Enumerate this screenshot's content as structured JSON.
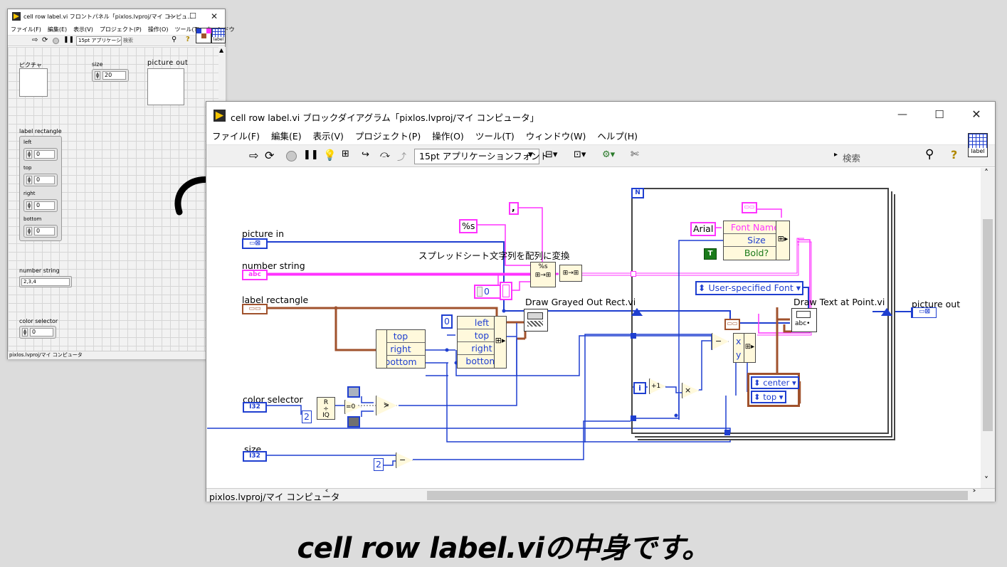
{
  "front_panel": {
    "title": "cell row label.vi フロントパネル「pixlos.lvproj/マイ コンピュ...",
    "menu": [
      "ファイル(F)",
      "編集(E)",
      "表示(V)",
      "プロジェクト(P)",
      "操作(O)",
      "ツール(T)",
      "ウィンドウ"
    ],
    "font_select": "15pt アプリケーショ",
    "search_placeholder": "検索",
    "controls": {
      "picture_label": "ピクチャ",
      "size_label": "size",
      "size_value": "20",
      "picture_out_label": "picture out",
      "label_rect_label": "label rectangle",
      "left_label": "left",
      "left_value": "0",
      "top_label": "top",
      "top_value": "0",
      "right_label": "right",
      "right_value": "0",
      "bottom_label": "bottom",
      "bottom_value": "0",
      "number_string_label": "number string",
      "number_string_value": "2,3,4",
      "color_selector_label": "color selector",
      "color_selector_value": "0"
    },
    "status_path": "pixlos.lvproj/マイ コンピュータ"
  },
  "block_diagram": {
    "title": "cell row label.vi ブロックダイアグラム「pixlos.lvproj/マイ コンピュータ」",
    "menu": [
      "ファイル(F)",
      "編集(E)",
      "表示(V)",
      "プロジェクト(P)",
      "操作(O)",
      "ツール(T)",
      "ウィンドウ(W)",
      "ヘルプ(H)"
    ],
    "font_select": "15pt アプリケーションフォント",
    "search_placeholder": "検索",
    "icon_text": "label",
    "status_path": "pixlos.lvproj/マイ コンピュータ",
    "labels": {
      "picture_in": "picture in",
      "number_string": "number string",
      "label_rectangle": "label rectangle",
      "color_selector": "color selector",
      "size": "size",
      "picture_out": "picture out",
      "spreadsheet": "スプレッドシート文字列を配列に変換",
      "draw_grayed": "Draw Grayed Out Rect.vi",
      "draw_text": "Draw Text at Point.vi"
    },
    "constants": {
      "comma": ",",
      "format": "%s",
      "zero_a": "0",
      "zero_b": "0",
      "two_a": "2",
      "two_b": "2",
      "arial": "Arial",
      "font_mode": "User-specified Font",
      "halign": "center",
      "valign": "top",
      "bool_true": "T",
      "loop_n": "N",
      "loop_i": "i",
      "plus_one": "+1",
      "mult": "×",
      "minus": "−",
      "eq_zero": "=0",
      "r_label": "R",
      "iq_label": "IQ"
    },
    "bundle_a": [
      "top",
      "right",
      "bottom"
    ],
    "bundle_b": [
      "left",
      "top",
      "right",
      "bottom"
    ],
    "font_cluster": [
      "Font Name:",
      "Size",
      "Bold?"
    ],
    "point_cluster": [
      "x",
      "y"
    ],
    "terminal_types": {
      "picture": "▭⊠",
      "string": "abc",
      "cluster": "▭▭",
      "i32": "I32"
    }
  },
  "caption": "cell row label.viの中身です。",
  "colors": {
    "picture_wire": "#1f3fd0",
    "string_wire": "#ff33ff",
    "cluster_wire": "#a0522d",
    "int_wire": "#1f3fd0",
    "node_fill": "#fff9dc"
  }
}
